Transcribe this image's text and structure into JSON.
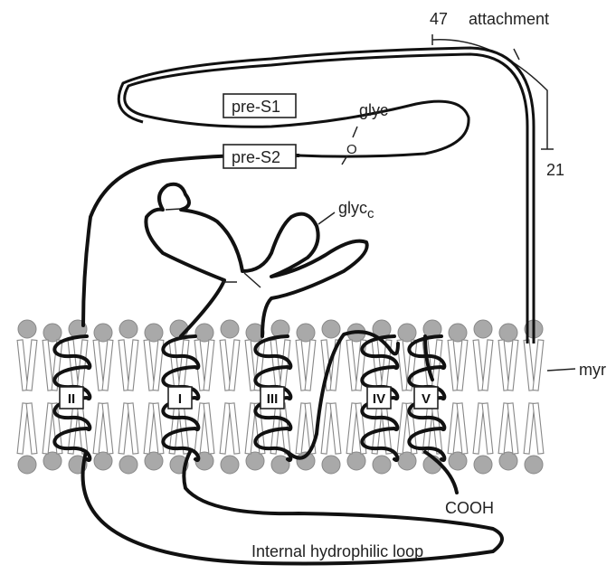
{
  "labels": {
    "attachment": "attachment",
    "pos_47": "47",
    "pos_21": "21",
    "pre_s1": "pre-S1",
    "pre_s2": "pre-S2",
    "glyc": "glyc",
    "glyc_o": "O",
    "glyc_c_base": "glyc",
    "glyc_c_sub": "c",
    "myr": "myr",
    "cooh": "COOH",
    "loop": "Internal hydrophilic loop"
  },
  "transmembrane_segments": [
    "II",
    "I",
    "III",
    "IV",
    "V"
  ],
  "colors": {
    "chain": "#111111",
    "lipid_head": "#a9a9a9",
    "background": "#ffffff"
  }
}
